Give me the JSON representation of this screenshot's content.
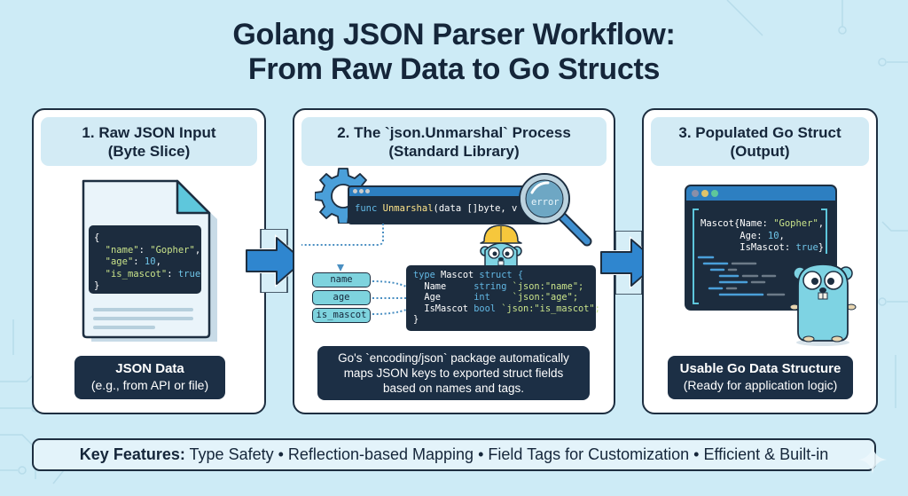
{
  "title": {
    "line1": "Golang JSON Parser Workflow:",
    "line2": "From Raw Data to Go Structs"
  },
  "colors": {
    "background": "#cdebf6",
    "panel_header": "#d3ebf5",
    "dark_navy": "#1c2f45",
    "arrow_blue": "#2f86cf",
    "gopher_cyan": "#7ed3e3",
    "pill_teal": "#7ed3de"
  },
  "panels": [
    {
      "header_line1": "1. Raw JSON Input",
      "header_line2": "(Byte Slice)",
      "code": {
        "open": "{",
        "line1_key": "\"name\"",
        "line1_val": "\"Gopher\"",
        "line2_key": "\"age\"",
        "line2_val": "10",
        "line3_key": "\"is_mascot\"",
        "line3_val": "true",
        "close": "}"
      },
      "caption_title": "JSON Data",
      "caption_sub": "(e.g., from API or file)"
    },
    {
      "header_line1": "2. The `json.Unmarshal` Process",
      "header_line2": "(Standard Library)",
      "signature": {
        "func": "func",
        "name": "Unmarshal",
        "params": "(data []byte, v any",
        "ret": "error"
      },
      "fields": [
        "name",
        "age",
        "is_mascot"
      ],
      "struct": {
        "line0_kw": "type",
        "line0_name": "Mascot",
        "line0_struct": "struct {",
        "rows": [
          {
            "field": "Name",
            "type": "string",
            "tag": "`json:\"name\";"
          },
          {
            "field": "Age",
            "type": "int",
            "tag": "`json:\"age\";"
          },
          {
            "field": "IsMascot",
            "type": "bool",
            "tag": "`json:\"is_mascot\";"
          }
        ],
        "close": "}"
      },
      "caption_lines": [
        "Go's `encoding/json` package automatically",
        "maps JSON keys to exported struct fields",
        "based on names and tags."
      ]
    },
    {
      "header_line1": "3. Populated Go Struct",
      "header_line2": "(Output)",
      "output": {
        "line1_prefix": "Mascot{Name: ",
        "line1_val": "\"Gopher\"",
        "line1_suffix": ",",
        "line2_prefix": "Age: ",
        "line2_val": "10",
        "line2_suffix": ",",
        "line3_prefix": "IsMascot: ",
        "line3_val": "true",
        "line3_suffix": "}"
      },
      "caption_title": "Usable Go Data Structure",
      "caption_sub": "(Ready for application logic)"
    }
  ],
  "features": {
    "label": "Key Features:",
    "items": [
      "Type Safety",
      "Reflection-based Mapping",
      "Field Tags for Customization",
      "Efficient & Built-in"
    ],
    "separator": " • "
  },
  "icons": {
    "document": "document-icon",
    "gear": "gear-icon",
    "magnifier": "magnifying-glass-icon",
    "gopher": "gopher-mascot-icon",
    "arrow": "arrow-right-icon",
    "sparkle": "sparkle-icon"
  }
}
